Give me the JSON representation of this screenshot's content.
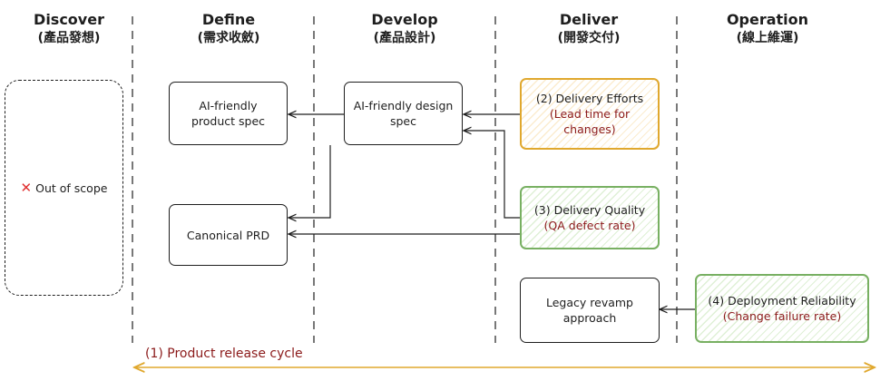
{
  "phases": [
    {
      "title": "Discover",
      "subtitle": "(產品發想)"
    },
    {
      "title": "Define",
      "subtitle": "(需求收斂)"
    },
    {
      "title": "Develop",
      "subtitle": "(產品設計)"
    },
    {
      "title": "Deliver",
      "subtitle": "(開發交付)"
    },
    {
      "title": "Operation",
      "subtitle": "(線上維運)"
    }
  ],
  "discover": {
    "out_of_scope": "Out of scope",
    "icon": "cross-mark-icon"
  },
  "define": {
    "ai_product_spec": [
      "AI-friendly",
      "product spec"
    ],
    "canonical_prd": "Canonical PRD"
  },
  "develop": {
    "ai_design_spec": [
      "AI-friendly design",
      "spec"
    ]
  },
  "deliver": {
    "delivery_efforts": {
      "title": "(2) Delivery Efforts",
      "metric": [
        "Lead time for",
        "changes)"
      ],
      "metric_open": "("
    },
    "delivery_quality": {
      "title": "(3) Delivery Quality",
      "metric": "QA defect rate",
      "metric_open": "(",
      "metric_close": ")"
    },
    "legacy_revamp": [
      "Legacy revamp",
      "approach"
    ]
  },
  "operation": {
    "deployment_reliability": {
      "title": "(4) Deployment Reliability",
      "metric": "Change failure rate",
      "metric_open": "(",
      "metric_close": ")"
    }
  },
  "release_cycle": {
    "label": "(1) Product release cycle"
  },
  "colors": {
    "ink": "#1e1e1e",
    "orange": "#e0a82e",
    "green": "#78b062",
    "metric_text": "#8b1a1a",
    "cycle_arrow": "#e0a82e",
    "cross": "#e03131"
  }
}
